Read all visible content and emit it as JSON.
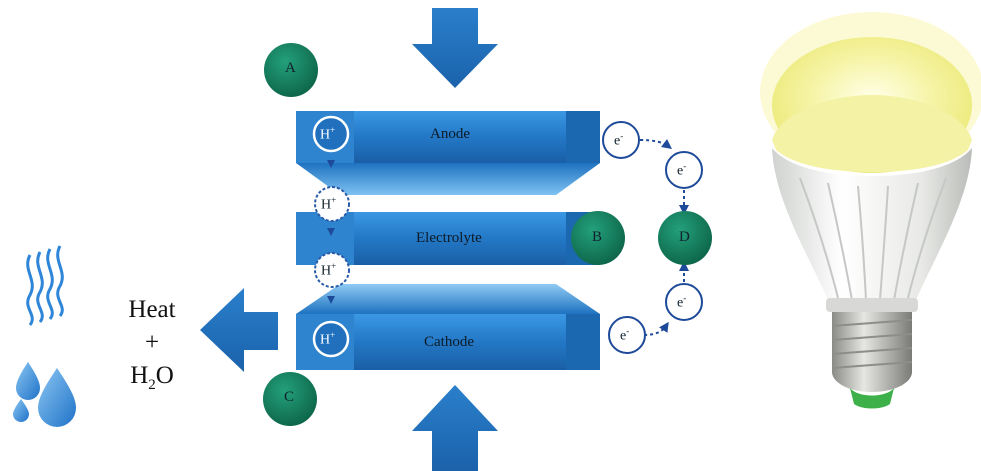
{
  "colors": {
    "plate_dark": "#1f73be",
    "plate_light": "#2c8fe0",
    "arrow_blue": "#1e6fb9",
    "green_marker": "#127a5a",
    "electron_ring": "#1e4a9a",
    "water_blue": "#2f86d8",
    "bulb_glow": "#f3f08a"
  },
  "diagram": {
    "layers": {
      "anode": "Anode",
      "electrolyte": "Electrolyte",
      "cathode": "Cathode"
    },
    "markers": {
      "a": "A",
      "b": "B",
      "c": "C",
      "d": "D"
    },
    "ion": {
      "base": "H",
      "sup": "+"
    },
    "electron": {
      "base": "e",
      "sup": "-"
    },
    "output": {
      "heat": "Heat",
      "plus": "+",
      "water_base": "H",
      "water_sub": "2",
      "water_tail": "O"
    },
    "icons": [
      "heat-waves-icon",
      "water-drops-icon",
      "light-bulb-icon"
    ]
  }
}
